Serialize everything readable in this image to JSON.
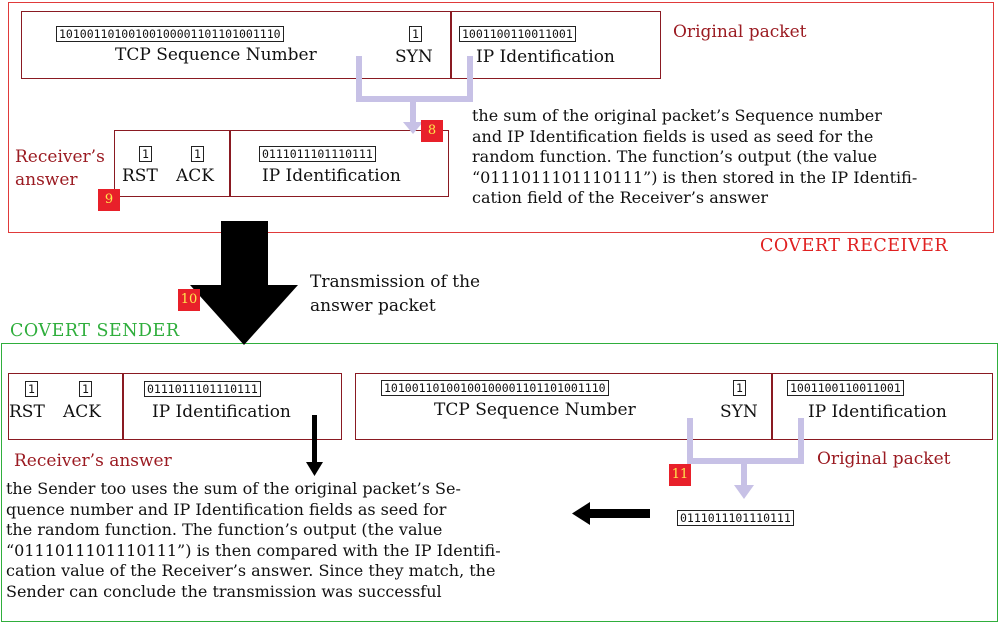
{
  "receiver": {
    "title": "COVERT RECEIVER",
    "original_packet_label": "Original packet",
    "seq_bits": "10100110100100100001101101001110",
    "seq_label": "TCP Sequence Number",
    "syn_bit": "1",
    "syn_label": "SYN",
    "ipid_bits": "1001100110011001",
    "ipid_label": "IP Identification",
    "answer_label_line1": "Receiver’s",
    "answer_label_line2": "answer",
    "rst_bit": "1",
    "rst_label": "RST",
    "ack_bit": "1",
    "ack_label": "ACK",
    "answer_ipid_bits": "0111011101110111",
    "answer_ipid_label": "IP Identification",
    "step8": "8",
    "step9": "9",
    "explanation_lines": [
      "the sum of the original packet’s Sequence number",
      "and IP Identification fields is used as seed for the",
      "random function. The function’s output (the value",
      "“0111011101110111”) is then stored in the IP Identifi-",
      "cation field of the Receiver’s answer"
    ]
  },
  "transmission": {
    "step10": "10",
    "line1": "Transmission of the",
    "line2": "answer packet"
  },
  "sender": {
    "title": "COVERT SENDER",
    "rst_bit": "1",
    "rst_label": "RST",
    "ack_bit": "1",
    "ack_label": "ACK",
    "answer_ipid_bits": "0111011101110111",
    "answer_ipid_label": "IP Identification",
    "answer_label": "Receiver’s answer",
    "seq_bits": "10100110100100100001101101001110",
    "seq_label": "TCP Sequence Number",
    "syn_bit": "1",
    "syn_label": "SYN",
    "ipid_bits": "1001100110011001",
    "ipid_label": "IP Identification",
    "original_packet_label": "Original packet",
    "step11": "11",
    "computed_bits": "0111011101110111",
    "explanation_lines": [
      "the Sender too uses the sum of the original packet’s Se-",
      "quence number and IP Identification fields as seed for",
      "the random function. The function’s output (the value",
      "“0111011101110111”) is then compared with the IP Identifi-",
      "cation value of the Receiver’s answer. Since they match, the",
      "Sender can conclude the transmission was successful"
    ]
  },
  "colors": {
    "receiver_frame": "#e03a3a",
    "receiver_title": "#e02020",
    "packet_border": "#8a1a22",
    "dark_red_text": "#9b1b22",
    "sender_frame": "#2fae3c",
    "sender_title": "#2fae3c",
    "bracket": "#c7c1e6",
    "badge_bg": "#e8202a",
    "badge_text": "#ffe94d"
  }
}
